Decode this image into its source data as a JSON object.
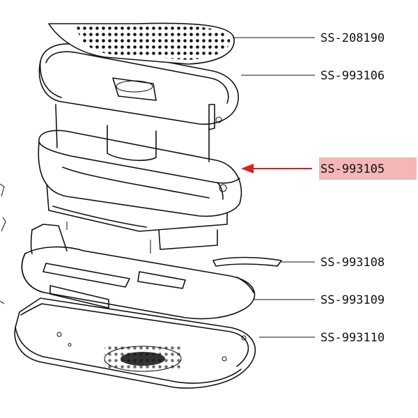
{
  "parts": [
    {
      "code": "SS-208190",
      "highlighted": false
    },
    {
      "code": "SS-993106",
      "highlighted": false
    },
    {
      "code": "SS-993105",
      "highlighted": true
    },
    {
      "code": "SS-993108",
      "highlighted": false
    },
    {
      "code": "SS-993109",
      "highlighted": false
    },
    {
      "code": "SS-993110",
      "highlighted": false
    }
  ],
  "colors": {
    "line": "#111111",
    "arrow": "#e31b1b",
    "highlight_fill": "#f4b6b6",
    "highlight_text": "#111111"
  },
  "icons": {
    "pointer": "red-arrow-icon"
  }
}
